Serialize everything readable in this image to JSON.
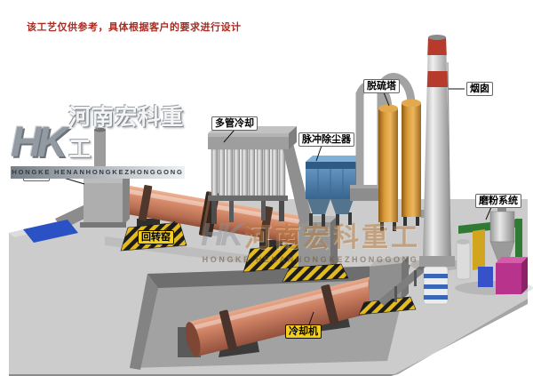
{
  "disclaimer": "该工艺仅供参考，具体根据客户的要求进行设计",
  "logo": {
    "monogram": "HK",
    "company_cn": "河南宏科重工",
    "company_en": "HONGKE HENANHONGKEZHONGGONG"
  },
  "watermark": {
    "monogram": "HK",
    "company_cn": "河南宏科重工",
    "company_en": "HONGKE HENANHONGKEZHONGGONG"
  },
  "equipment_labels": [
    {
      "id": "smoke-chamber",
      "text": "烟室"
    },
    {
      "id": "multi-tube-cooler",
      "text": "多管冷却"
    },
    {
      "id": "pulse-dust-collector",
      "text": "脉冲除尘器"
    },
    {
      "id": "desulfurization-tower",
      "text": "脱硫塔"
    },
    {
      "id": "chimney",
      "text": "烟囱"
    },
    {
      "id": "rotary-kiln",
      "text": "回转窑"
    },
    {
      "id": "cooler",
      "text": "冷却机"
    },
    {
      "id": "grinding-system",
      "text": "磨粉系统"
    }
  ],
  "colors": {
    "kiln_shell": "#cf8262",
    "dust_collector_blue": "#4a86b8",
    "tower_orange": "#c8862c",
    "chimney_red": "#b63b2c",
    "label_yellow": "#f2cf1d",
    "platform_gray": "#cccccc"
  }
}
